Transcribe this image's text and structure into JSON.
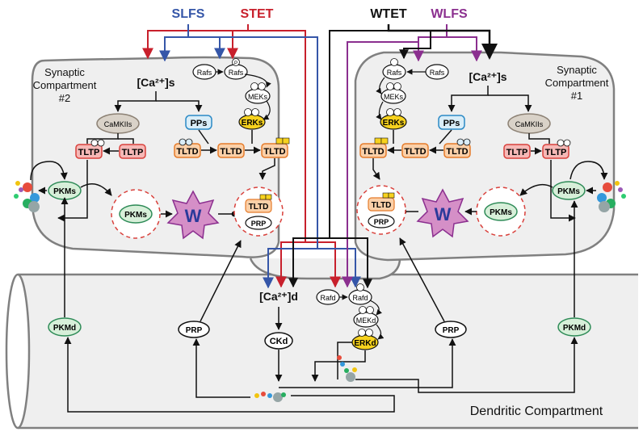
{
  "stimuli": {
    "slfs": {
      "label": "SLFS",
      "color": "#3556a8"
    },
    "stet": {
      "label": "STET",
      "color": "#c8202c"
    },
    "wtet": {
      "label": "WTET",
      "color": "#111111"
    },
    "wlfs": {
      "label": "WLFS",
      "color": "#8b2f8f"
    }
  },
  "compartments": {
    "synaptic2": {
      "line1": "Synaptic",
      "line2": "Compartment",
      "line3": "#2"
    },
    "synaptic1": {
      "line1": "Synaptic",
      "line2": "Compartment",
      "line3": "#1"
    },
    "dendritic": {
      "label": "Dendritic Compartment"
    }
  },
  "nodes": {
    "ca_s": "[Ca²⁺]s",
    "ca_d": "[Ca²⁺]d",
    "raf_s": "Rafs",
    "raf_d": "Rafd",
    "mek_s": "MEKs",
    "mek_d": "MEKd",
    "erk_s": "ERKs",
    "erk_d": "ERKd",
    "camkii_s": "CaMKIIs",
    "pp_s": "PPs",
    "t_ltp": "TLTP",
    "t_ltd": "TLTD",
    "pkm_s": "PKMs",
    "pkm_d": "PKMd",
    "w": "W",
    "prp": "PRP",
    "ck_d": "CKd",
    "phospho": "P"
  },
  "colors": {
    "compartment_fill": "#efefef",
    "compartment_stroke": "#808080",
    "pkm_fill": "#d7efd9",
    "pkm_stroke": "#2e8b57",
    "erk_fill": "#f7d21e",
    "tltp_fill": "#f6b8b6",
    "tltp_stroke": "#d9413c",
    "tltd_fill": "#fbd0a8",
    "tltd_stroke": "#e57b2a",
    "pp_fill": "#d9edf8",
    "pp_stroke": "#2b8ac6",
    "camk_fill": "#d9d2c8",
    "camk_stroke": "#8d8275",
    "w_fill": "#d58fc7",
    "w_stroke": "#8b2f8f",
    "w_text": "#2a3a9a",
    "dashed_circle": "#d9413c"
  }
}
